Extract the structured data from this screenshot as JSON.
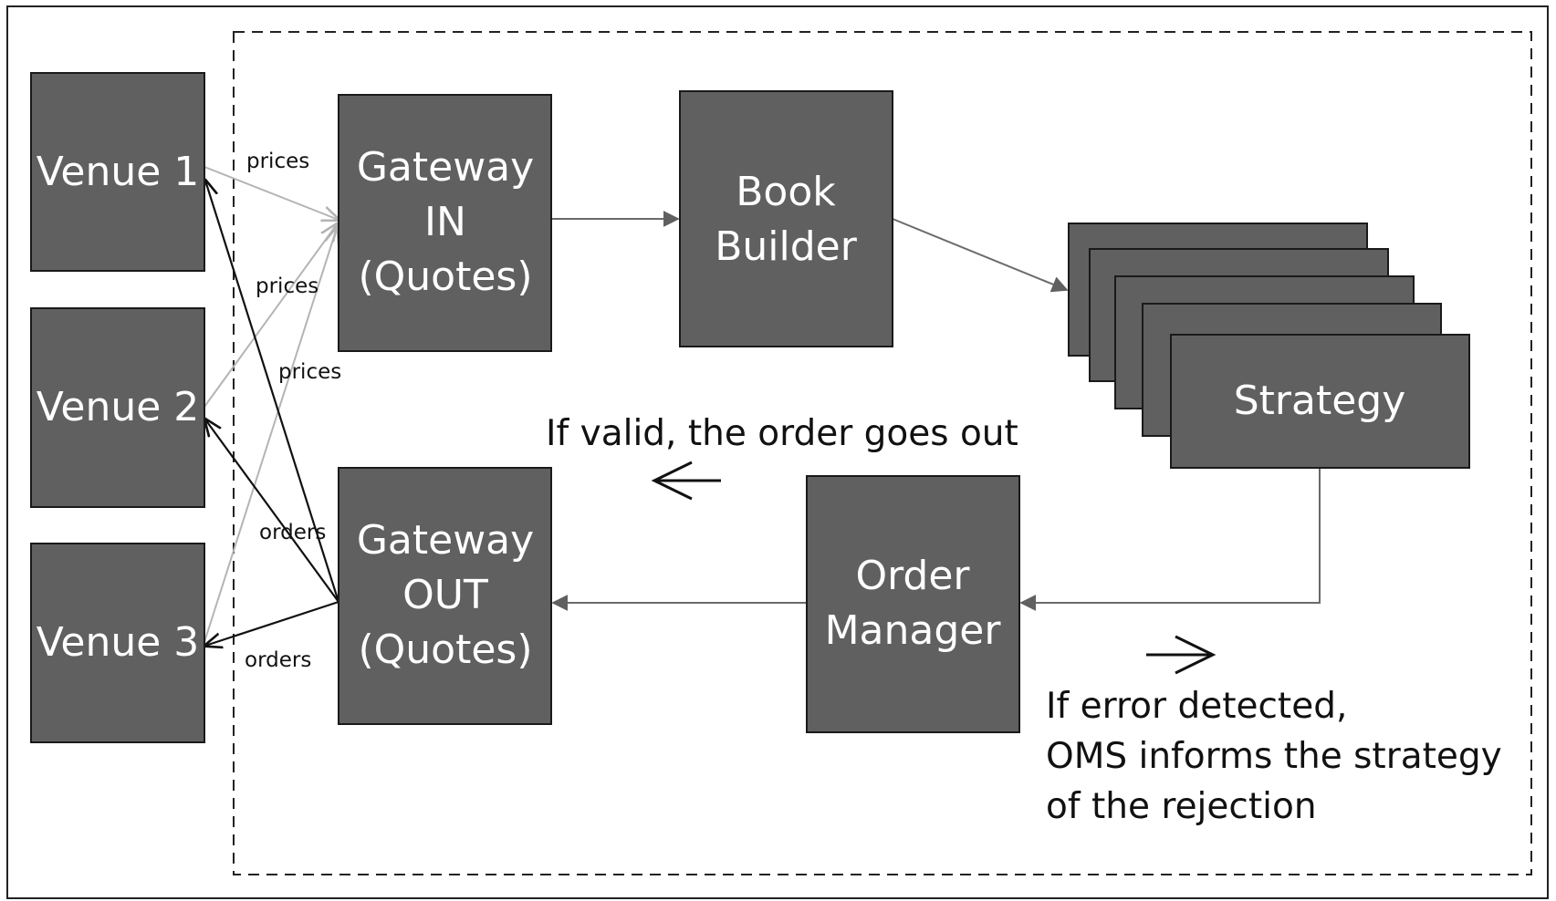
{
  "nodes": {
    "venue1": "Venue 1",
    "venue2": "Venue 2",
    "venue3": "Venue 3",
    "gateway_in": [
      "Gateway",
      "IN",
      "(Quotes)"
    ],
    "book_builder": [
      "Book",
      "Builder"
    ],
    "strategy": "Strategy",
    "order_manager": [
      "Order",
      "Manager"
    ],
    "gateway_out": [
      "Gateway",
      "OUT",
      "(Quotes)"
    ]
  },
  "edge_labels": {
    "prices_1": "prices",
    "prices_2": "prices",
    "prices_3": "prices",
    "orders_1": "orders",
    "orders_2": "orders"
  },
  "notes": {
    "valid": "If valid, the order goes out",
    "error": [
      "If error detected,",
      "OMS informs the strategy",
      "of the rejection"
    ]
  }
}
